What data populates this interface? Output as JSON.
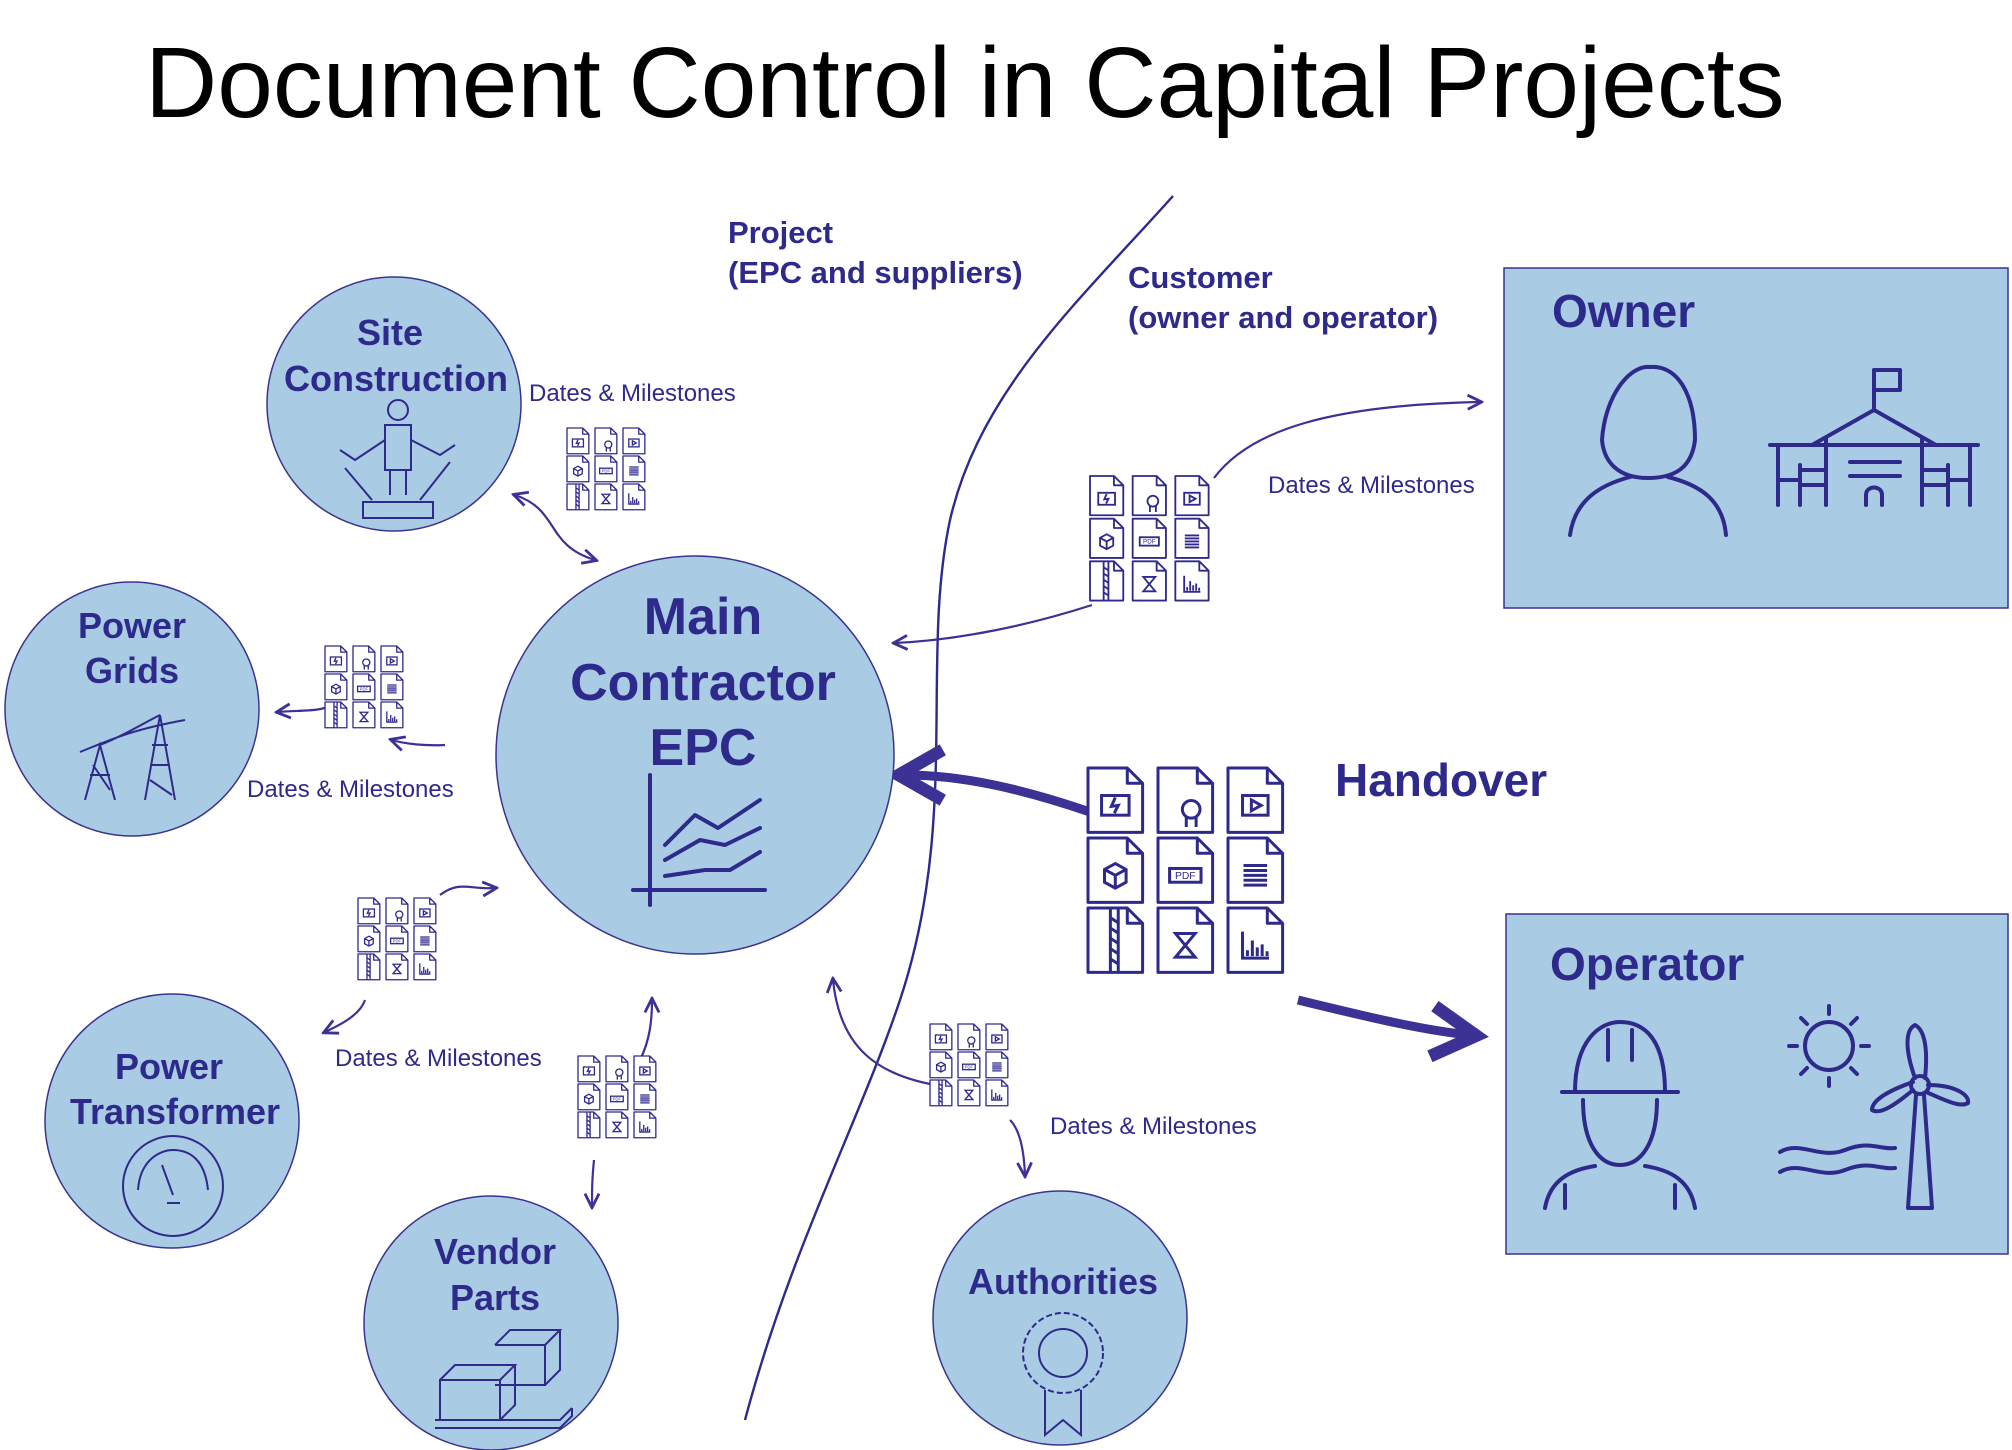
{
  "title": "Document Control in Capital Projects",
  "regions": {
    "project_line1": "Project",
    "project_line2": "(EPC and suppliers)",
    "customer_line1": "Customer",
    "customer_line2": "(owner and operator)"
  },
  "nodes": {
    "main_line1": "Main",
    "main_line2": "Contractor",
    "main_line3": "EPC",
    "site_line1": "Site",
    "site_line2": "Construction",
    "grids_line1": "Power",
    "grids_line2": "Grids",
    "transformer_line1": "Power",
    "transformer_line2": "Transformer",
    "vendor_line1": "Vendor",
    "vendor_line2": "Parts",
    "authorities": "Authorities"
  },
  "panels": {
    "owner": "Owner",
    "operator": "Operator"
  },
  "handover": "Handover",
  "link_label": "Dates & Milestones",
  "document_icons": [
    "engine-doc",
    "certificate-doc",
    "video-doc",
    "3d-model-doc",
    "pdf-doc",
    "text-doc",
    "zip-doc",
    "hourglass-doc",
    "chart-doc"
  ],
  "doc_pdf_label": "PDF",
  "colors": {
    "bubble_fill": "#a9cbe3",
    "accent": "#2e2a8c",
    "arrow": "#3c3194"
  }
}
